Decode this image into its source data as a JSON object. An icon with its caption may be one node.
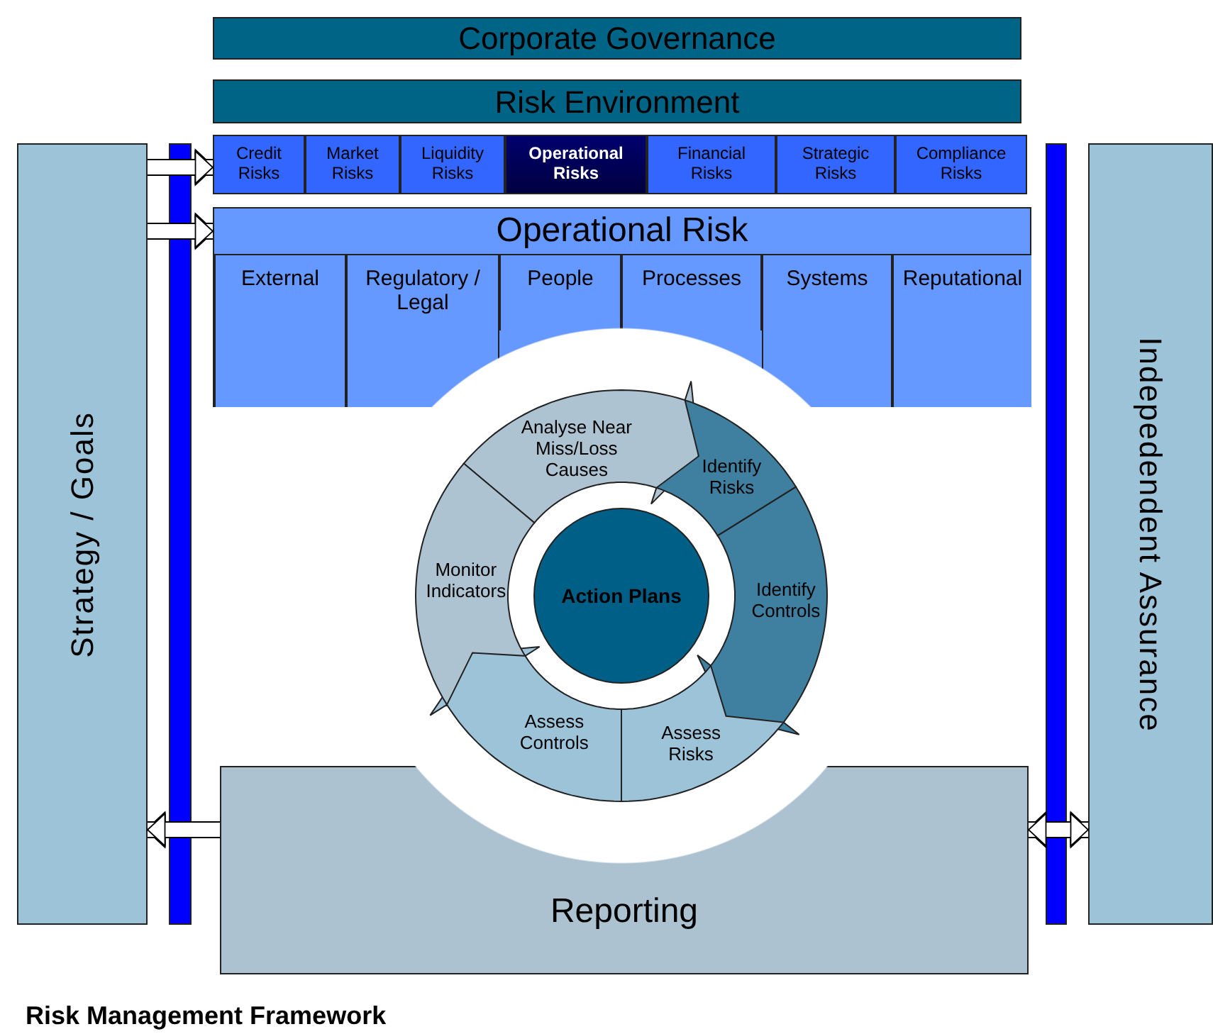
{
  "diagram": {
    "caption": "Risk Management Framework",
    "nodes": [
      {
        "text": [
          "Corporate Governance"
        ]
      },
      {
        "text": [
          "Risk Environment"
        ]
      },
      {
        "text": [
          "Credit Risks"
        ]
      },
      {
        "text": [
          "Market Risks"
        ]
      },
      {
        "text": [
          "Liquidity Risks"
        ]
      },
      {
        "text": [
          "Operational Risks"
        ]
      },
      {
        "text": [
          "Financial Risks"
        ]
      },
      {
        "text": [
          "Strategic Risks"
        ]
      },
      {
        "text": [
          "Compliance Risks"
        ]
      },
      {
        "text": [
          "Operational Risk"
        ]
      },
      {
        "text": [
          "External"
        ],
        "in": 9
      },
      {
        "text": [
          "Regulatory / Legal"
        ],
        "in": 9
      },
      {
        "text": [
          "People"
        ],
        "in": 9
      },
      {
        "text": [
          "Processes"
        ],
        "in": 9
      },
      {
        "text": [
          "Systems"
        ],
        "in": 9
      },
      {
        "text": [
          "Reputational"
        ],
        "in": 9
      },
      {
        "text": [
          "Strategy / Goals"
        ]
      },
      {
        "text": [
          "Indepedendent Assurance"
        ]
      },
      {
        "text": [
          "Reporting"
        ]
      },
      {
        "text": [
          "Action Plans"
        ]
      },
      {
        "text": [
          "Analyse Near Miss/Loss Causes"
        ]
      },
      {
        "text": [
          "Identify Risks"
        ]
      },
      {
        "text": [
          "Identify Controls"
        ]
      },
      {
        "text": [
          "Assess Risks"
        ]
      },
      {
        "text": [
          "Assess Controls"
        ]
      },
      {
        "text": [
          "Monitor Indicators"
        ]
      }
    ],
    "edges": [
      {
        "from": 16,
        "to": 2,
        "arrow": "to"
      },
      {
        "from": 16,
        "to": 9,
        "arrow": "to"
      },
      {
        "from": 18,
        "to": 16,
        "arrow": "to"
      },
      {
        "from": 18,
        "to": 17,
        "arrow": "both"
      }
    ]
  }
}
